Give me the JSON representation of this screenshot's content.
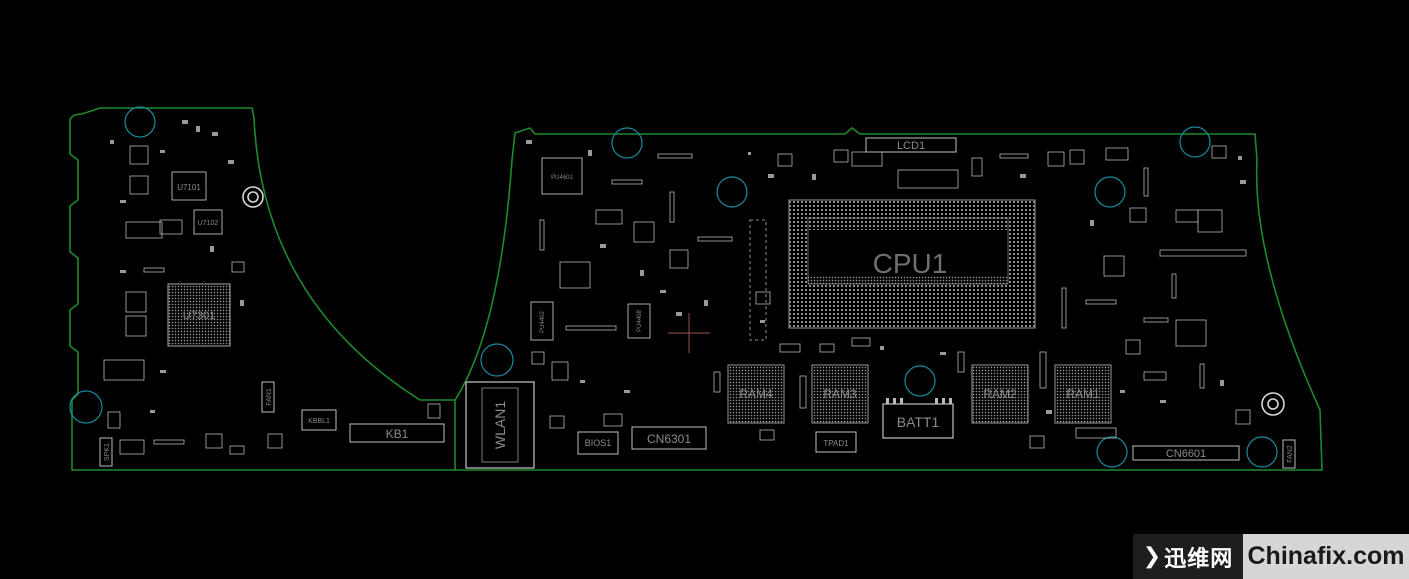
{
  "board": {
    "outline_color": "#1d8a2a",
    "component_color": "#c8c8c8",
    "hole_color": "#1a8aa0",
    "labels": {
      "cpu": "CPU1",
      "lcd": "LCD1",
      "wlan": "WLAN1",
      "kb": "KB1",
      "kbbl": "KBBL1",
      "bios": "BIOS1",
      "cn6301": "CN6301",
      "cn6601": "CN6601",
      "batt": "BATT1",
      "tpad": "TPAD1",
      "ram4": "RAM4",
      "ram3": "RAM3",
      "ram2": "RAM2",
      "ram1": "RAM1",
      "u7301": "U7301",
      "u7101": "U7101",
      "u7102": "U7102",
      "pu4601": "PU4601",
      "pu4402": "PU4402",
      "pu4408": "PU4408",
      "fan1": "FAN1",
      "fan2": "FAN2",
      "spk1": "SPK1"
    }
  },
  "watermark": {
    "left_text": "迅维网",
    "right_text": "Chinafix.com",
    "arrow_color": "#1fa9d6"
  }
}
